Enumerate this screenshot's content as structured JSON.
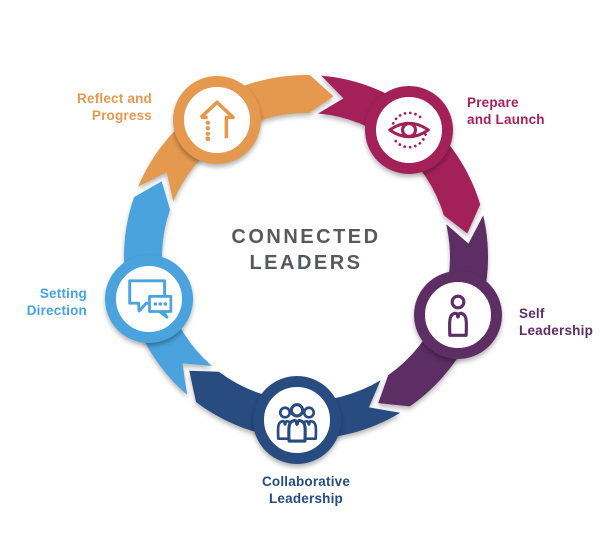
{
  "title": {
    "line1": "CONNECTED",
    "line2": "LEADERS",
    "color": "#58595B"
  },
  "flow_direction": "clockwise",
  "segments": [
    {
      "id": "reflect-and-progress",
      "label_lines": [
        "Reflect and",
        "Progress"
      ],
      "color": "#E5994E",
      "icon": "arrow-up-icon",
      "angle_deg": 327
    },
    {
      "id": "prepare-and-launch",
      "label_lines": [
        "Prepare",
        "and Launch"
      ],
      "color": "#A32158",
      "icon": "eye-icon",
      "angle_deg": 39
    },
    {
      "id": "self-leadership",
      "label_lines": [
        "Self",
        "Leadership"
      ],
      "color": "#5C2E64",
      "icon": "person-icon",
      "angle_deg": 111
    },
    {
      "id": "collaborative-leadership",
      "label_lines": [
        "Collaborative",
        "Leadership"
      ],
      "color": "#284B80",
      "icon": "group-icon",
      "angle_deg": 183
    },
    {
      "id": "setting-direction",
      "label_lines": [
        "Setting",
        "Direction"
      ],
      "color": "#4AA3DC",
      "icon": "chat-bubbles-icon",
      "angle_deg": 255
    }
  ]
}
